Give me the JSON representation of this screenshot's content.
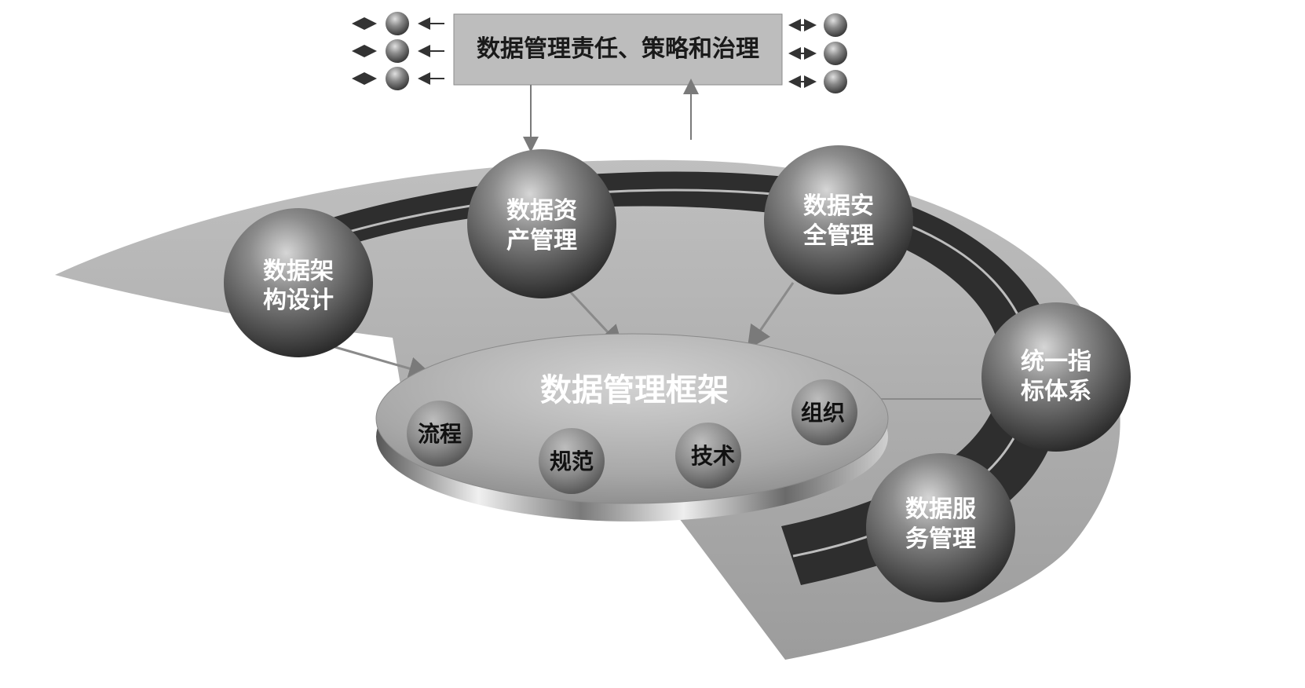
{
  "governance": {
    "title": "数据管理责任、策略和治理"
  },
  "framework": {
    "title": "数据管理框架",
    "elements": {
      "process": "流程",
      "standard": "规范",
      "technology": "技术",
      "organization": "组织"
    }
  },
  "domains": {
    "architecture": [
      "数据架",
      "构设计"
    ],
    "asset": [
      "数据资",
      "产管理"
    ],
    "security": [
      "数据安",
      "全管理"
    ],
    "metrics": [
      "统一指",
      "标体系"
    ],
    "service": [
      "数据服",
      "务管理"
    ]
  },
  "colors": {
    "background": "#ffffff",
    "platform": "#a9a9a9",
    "ring": "#2e2e2e",
    "sphere": "#6f6f6f",
    "governance_box": "#bdbdbd"
  }
}
